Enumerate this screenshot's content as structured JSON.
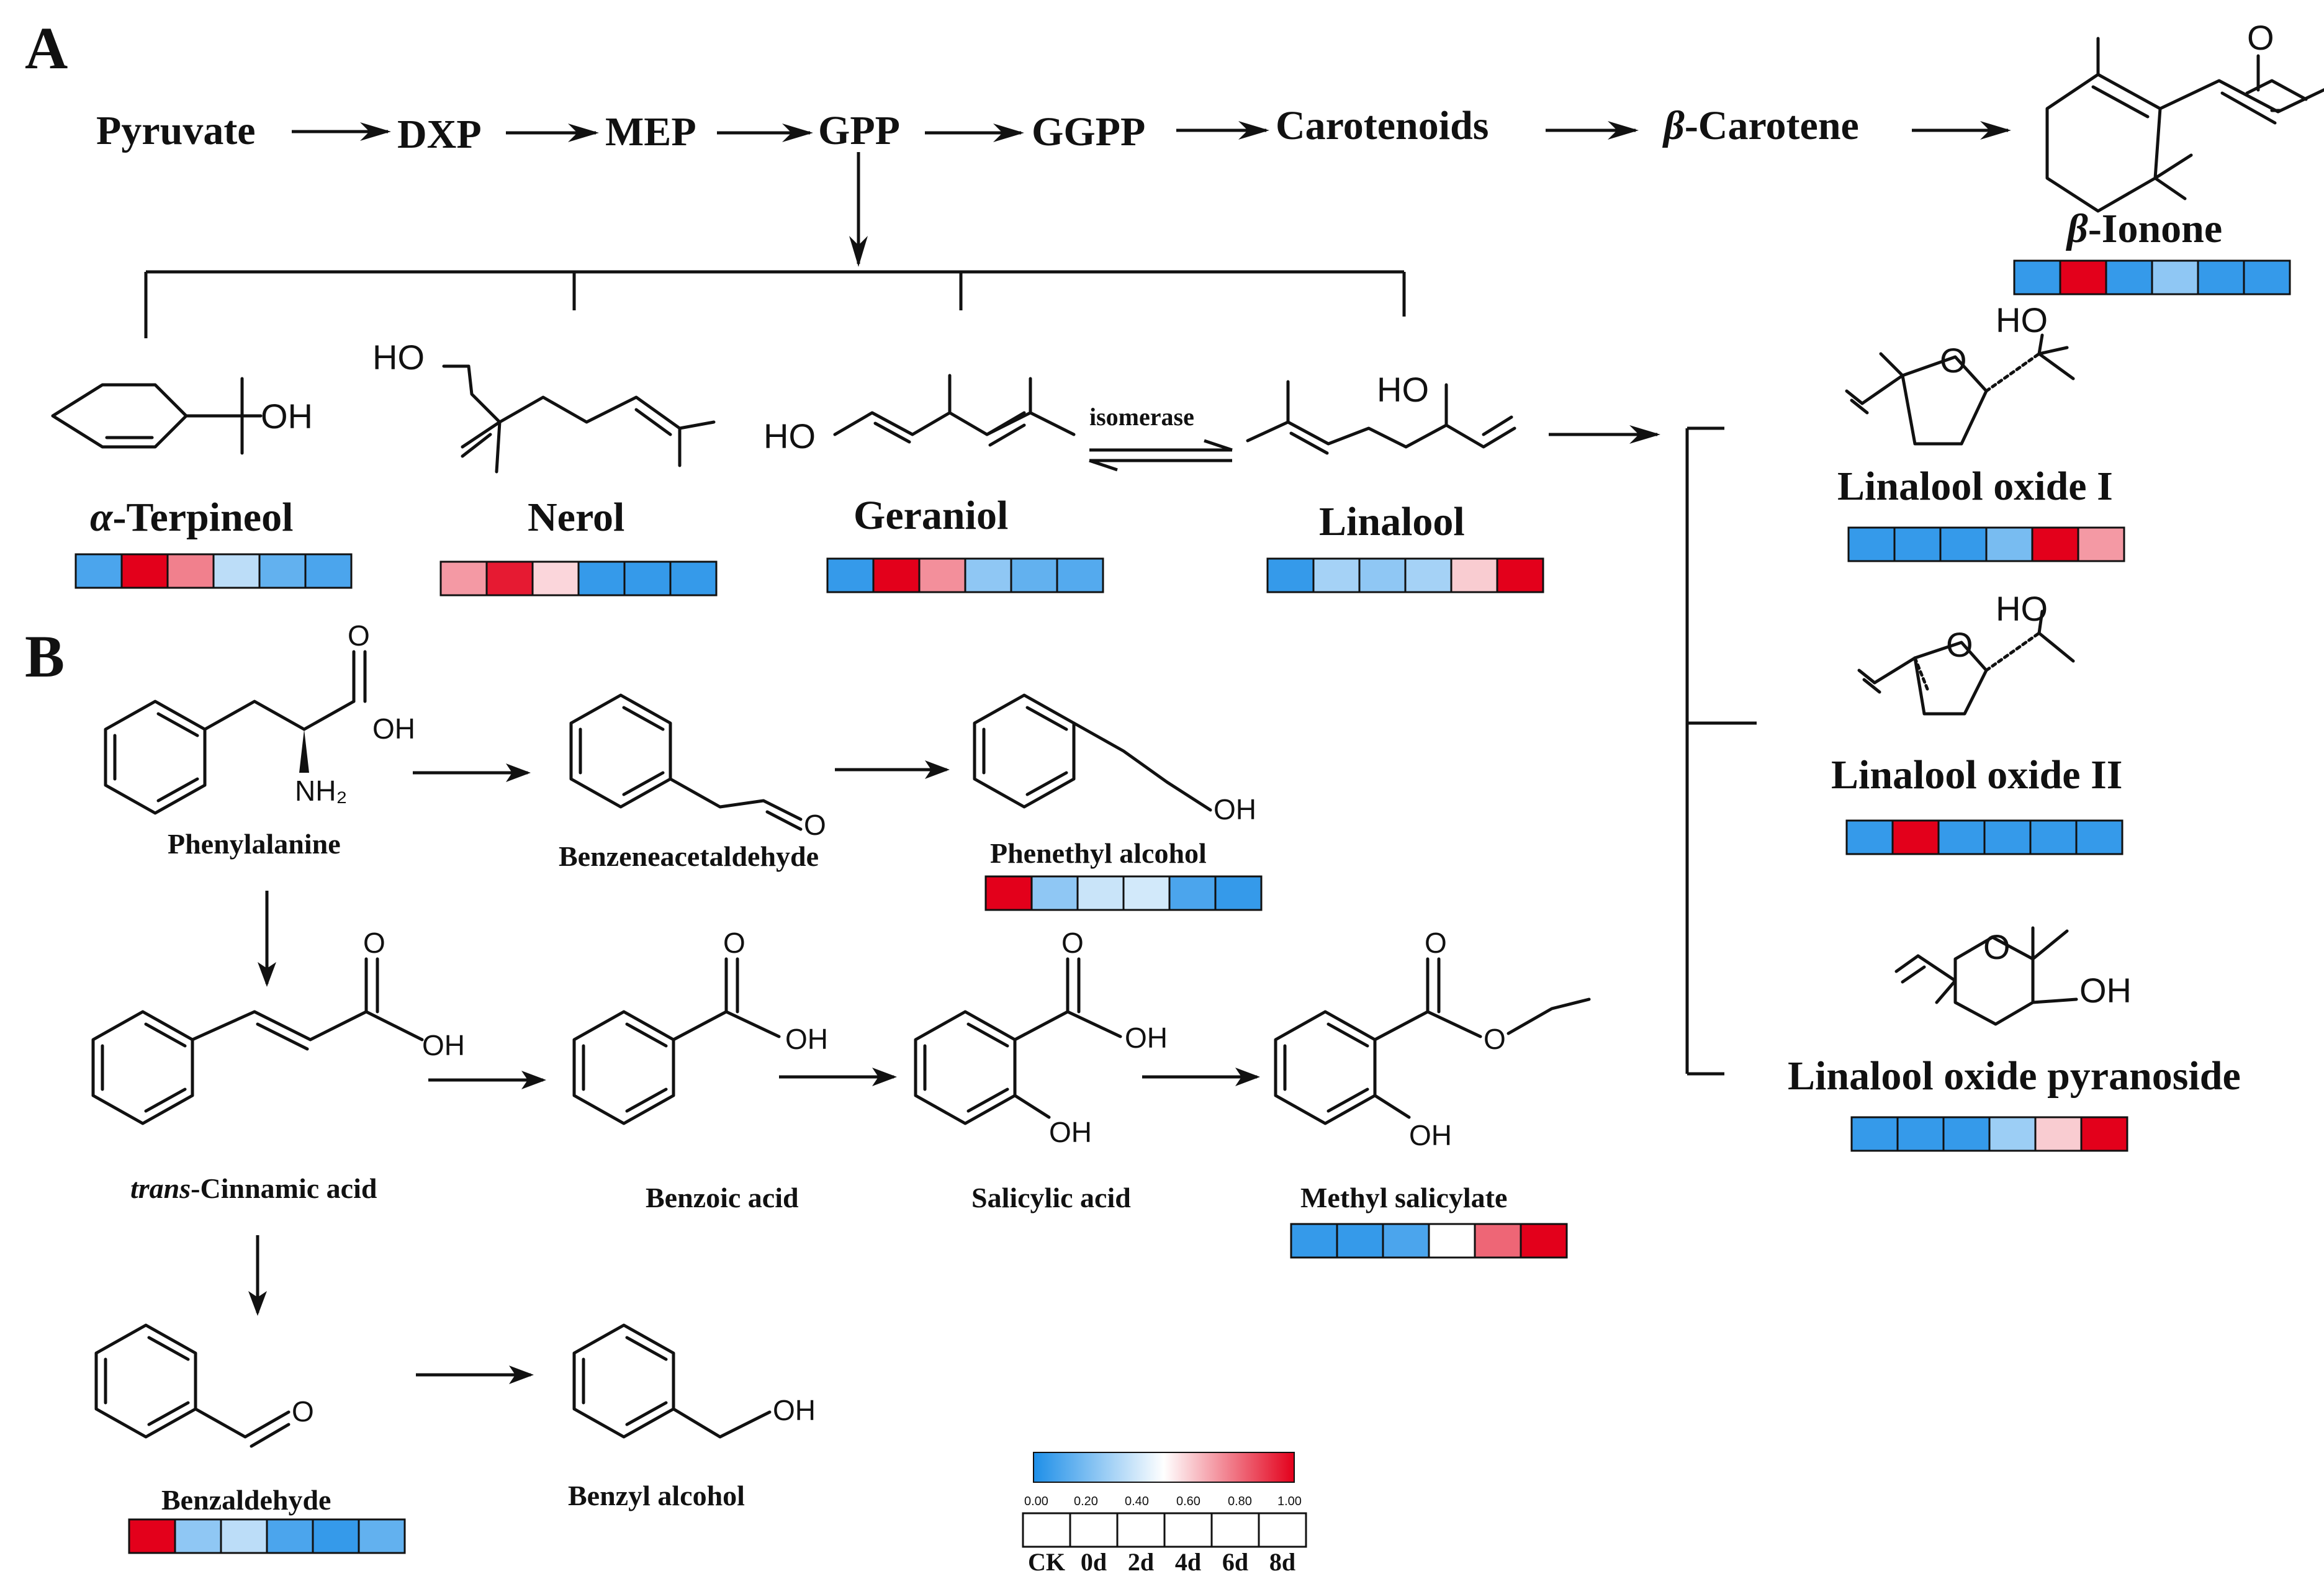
{
  "panels": {
    "a": "A",
    "b": "B"
  },
  "pathway_a": [
    "Pyruvate",
    "DXP",
    "MEP",
    "GPP",
    "GGPP",
    "Carotenoids",
    "β-Carotene"
  ],
  "isomerase": "isomerase",
  "atoms": {
    "OH": "OH",
    "HO": "HO",
    "O": "O",
    "NH2": "NH₂"
  },
  "compounds": [
    {
      "id": "beta-ionone",
      "prefix": "β",
      "name": "-Ionone",
      "heat": [
        0.05,
        1.0,
        0.05,
        0.25,
        0.05,
        0.05
      ]
    },
    {
      "id": "alpha-terpineol",
      "prefix": "α",
      "name": "-Terpineol",
      "heat": [
        0.1,
        1.0,
        0.75,
        0.35,
        0.15,
        0.1
      ]
    },
    {
      "id": "nerol",
      "prefix": "",
      "name": "Nerol",
      "heat": [
        0.7,
        0.95,
        0.58,
        0.05,
        0.05,
        0.05
      ]
    },
    {
      "id": "geraniol",
      "prefix": "",
      "name": "Geraniol",
      "heat": [
        0.05,
        1.0,
        0.72,
        0.25,
        0.15,
        0.12
      ]
    },
    {
      "id": "linalool",
      "prefix": "",
      "name": "Linalool",
      "heat": [
        0.05,
        0.3,
        0.25,
        0.3,
        0.6,
        1.0
      ]
    },
    {
      "id": "linalool-oxide-1",
      "prefix": "",
      "name": "Linalool oxide I",
      "heat": [
        0.05,
        0.05,
        0.05,
        0.2,
        1.0,
        0.7
      ]
    },
    {
      "id": "linalool-oxide-2",
      "prefix": "",
      "name": "Linalool oxide II",
      "heat": [
        0.05,
        1.0,
        0.05,
        0.05,
        0.05,
        0.05
      ]
    },
    {
      "id": "linalool-oxide-pyranoside",
      "prefix": "",
      "name": "Linalool oxide pyranoside",
      "heat": [
        0.05,
        0.05,
        0.05,
        0.28,
        0.6,
        1.0
      ]
    },
    {
      "id": "phenylalanine",
      "prefix": "",
      "name": "Phenylalanine",
      "heat": []
    },
    {
      "id": "benzeneacetaldehyde",
      "prefix": "",
      "name": "Benzeneacetaldehyde",
      "heat": []
    },
    {
      "id": "phenethyl-alcohol",
      "prefix": "",
      "name": "Phenethyl alcohol",
      "heat": [
        1.0,
        0.25,
        0.38,
        0.4,
        0.1,
        0.05
      ]
    },
    {
      "id": "trans-cinnamic-acid",
      "prefix": "trans",
      "name": "-Cinnamic acid",
      "heat": []
    },
    {
      "id": "benzoic-acid",
      "prefix": "",
      "name": "Benzoic acid",
      "heat": []
    },
    {
      "id": "salicylic-acid",
      "prefix": "",
      "name": "Salicylic acid",
      "heat": []
    },
    {
      "id": "methyl-salicylate",
      "prefix": "",
      "name": "Methyl salicylate",
      "heat": [
        0.05,
        0.05,
        0.1,
        0.5,
        0.8,
        1.0
      ]
    },
    {
      "id": "benzaldehyde",
      "prefix": "",
      "name": "Benzaldehyde",
      "heat": [
        1.0,
        0.25,
        0.35,
        0.1,
        0.05,
        0.15
      ]
    },
    {
      "id": "benzyl-alcohol",
      "prefix": "",
      "name": "Benzyl alcohol",
      "heat": []
    }
  ],
  "scale": {
    "ticks": [
      "0.00",
      "0.20",
      "0.40",
      "0.60",
      "0.80",
      "1.00"
    ],
    "samples": [
      "CK",
      "0d",
      "2d",
      "4d",
      "6d",
      "8d"
    ],
    "colors": {
      "low": "#1e8fe8",
      "mid": "#ffffff",
      "high": "#e3001b"
    }
  }
}
